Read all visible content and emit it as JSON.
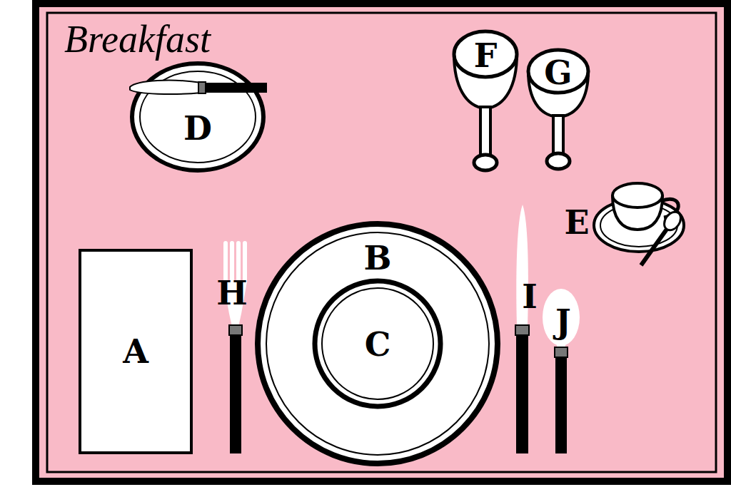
{
  "diagram": {
    "title": "Breakfast",
    "nodes": [
      {
        "text": [
          "D"
        ]
      },
      {
        "text": [
          "F"
        ]
      },
      {
        "text": [
          "G"
        ]
      },
      {
        "text": [
          "A"
        ]
      },
      {
        "text": [
          "B"
        ]
      },
      {
        "text": [
          "C"
        ],
        "in": 4
      }
    ],
    "labels": [
      "E",
      "H",
      "I",
      "J"
    ]
  }
}
